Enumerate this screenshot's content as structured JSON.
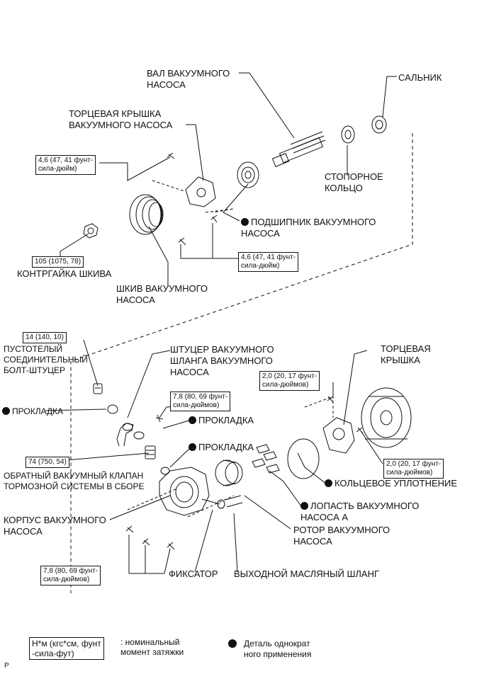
{
  "labels": {
    "shaft": "ВАЛ ВАКУУМНОГО\nНАСОСА",
    "seal": "САЛЬНИК",
    "end_cover_pump": "ТОРЦЕВАЯ КРЫШКА\nВАКУУМНОГО НАСОСА",
    "snap_ring": "СТОПОРНОЕ\nКОЛЬЦО",
    "bearing": "ПОДШИПНИК ВАКУУМНОГО\nНАСОСА",
    "pulley_nut": "КОНТРГАЙКА ШКИВА",
    "pulley": "ШКИВ ВАКУУМНОГО\nНАСОСА",
    "union_bolt": "ПУСТОТЕЛЫЙ\nСОЕДИНИТЕЛЬНЫЙ\nБОЛТ-ШТУЦЕР",
    "gasket1": "ПРОКЛАДКА",
    "hose_union": "ШТУЦЕР ВАКУУМНОГО\nШЛАНГА ВАКУУМНОГО\nНАСОСА",
    "gasket2": "ПРОКЛАДКА",
    "gasket3": "ПРОКЛАДКА",
    "end_cover": "ТОРЦЕВАЯ\nКРЫШКА",
    "check_valve": "ОБРАТНЫЙ ВАКУУМНЫЙ КЛАПАН\nТОРМОЗНОЙ СИСТЕМЫ В СБОРЕ",
    "o_ring": "КОЛЬЦЕВОЕ УПЛОТНЕНИЕ",
    "blade": "ЛОПАСТЬ ВАКУУМНОГО\nНАСОСА А",
    "housing": "КОРПУС ВАКУУМНОГО\nНАСОСА",
    "rotor": "РОТОР ВАКУУМНОГО\nНАСОСА",
    "retainer": "ФИКСАТОР",
    "oil_hose": "ВЫХОДНОЙ МАСЛЯНЫЙ ШЛАНГ"
  },
  "torque": {
    "t1": "4,6 (47, 41 фунт-\nсила-дюйм)",
    "t2": "4,6 (47, 41 фунт-\nсила-дюйм)",
    "t3": "105 (1075, 78)",
    "t4": "14 (140, 10)",
    "t5": "7,8 (80, 69 фунт-\nсила-дюймов)",
    "t6": "2,0 (20, 17 фунт-\nсила-дюймов)",
    "t7": "74 (750, 54)",
    "t8": "2,0 (20, 17 фунт-\nсила-дюймов)",
    "t9": "7,8 (80, 69 фунт-\nсила-дюймов)"
  },
  "legend": {
    "unit_box": "Н*м (кгс*см, фунт\n-сила-фут)",
    "unit_text": ": номинальный\nмомент затяжки",
    "nonreuse_text": "Деталь однократ\nного применения"
  },
  "footer": {
    "code": "P"
  }
}
